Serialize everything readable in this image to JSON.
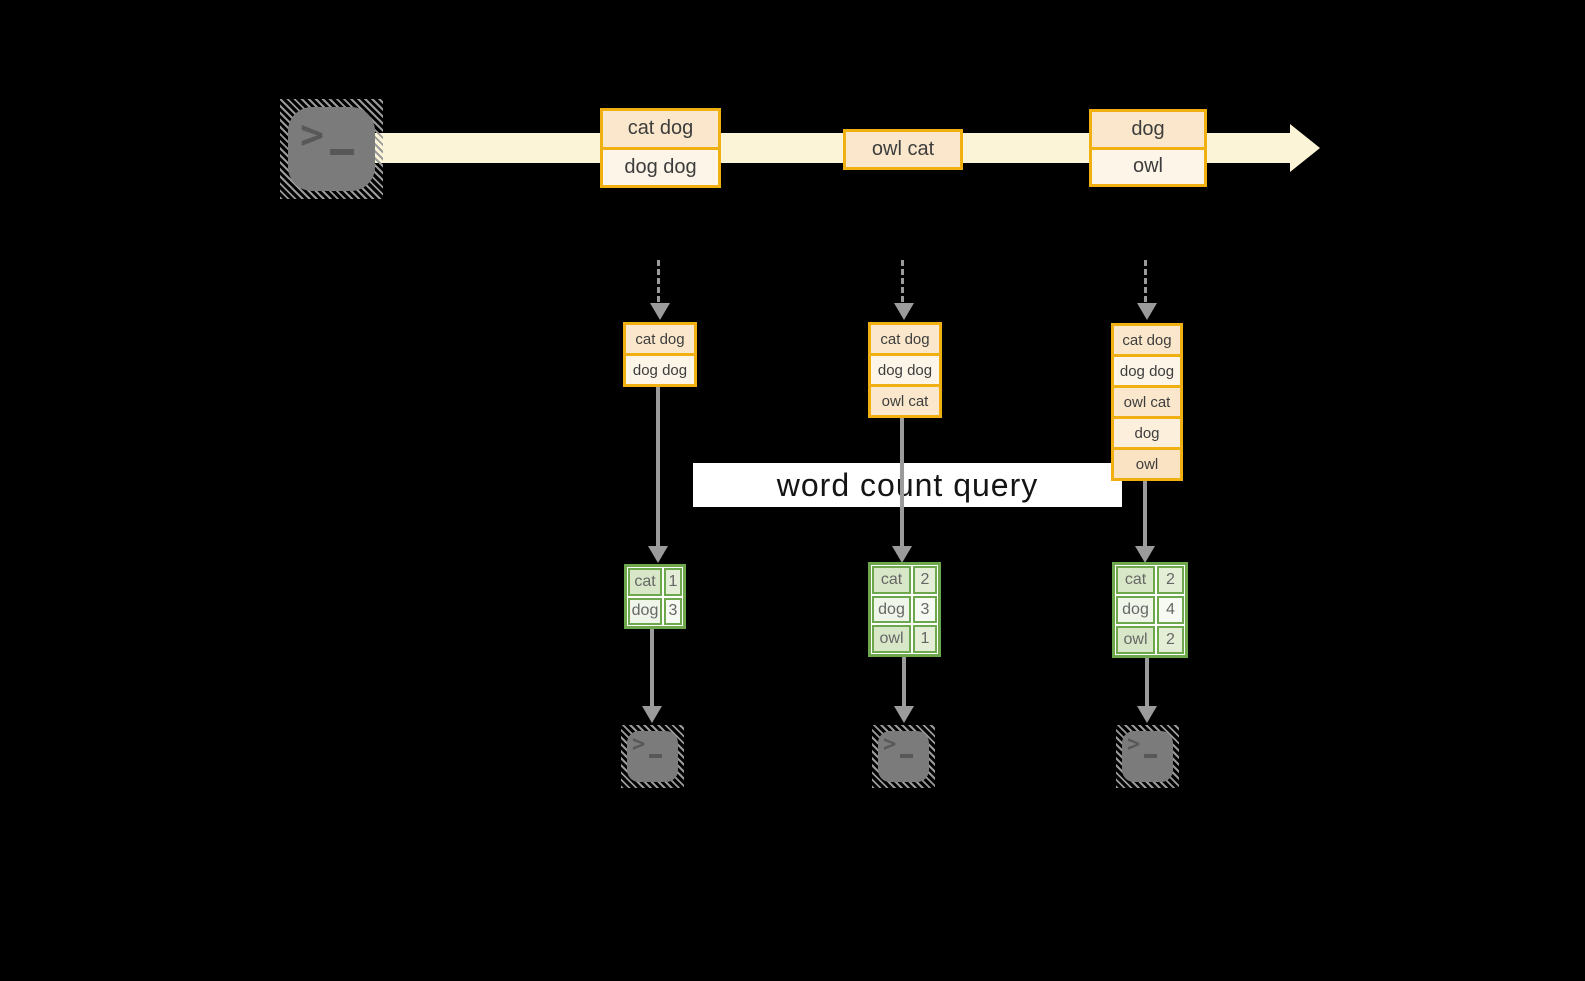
{
  "query": {
    "label": "word count query"
  },
  "stream": {
    "source_icon": "terminal",
    "events": [
      {
        "rows": [
          "cat dog",
          "dog dog"
        ]
      },
      {
        "rows": [
          "owl cat"
        ]
      },
      {
        "rows": [
          "dog",
          "owl"
        ]
      }
    ]
  },
  "stacks": [
    {
      "rows": [
        "cat dog",
        "dog dog"
      ]
    },
    {
      "rows": [
        "cat dog",
        "dog dog",
        "owl cat"
      ]
    },
    {
      "rows": [
        "cat dog",
        "dog dog",
        "owl cat",
        "dog",
        "owl"
      ]
    }
  ],
  "tables": [
    {
      "rows": [
        [
          "cat",
          "1"
        ],
        [
          "dog",
          "3"
        ]
      ]
    },
    {
      "rows": [
        [
          "cat",
          "2"
        ],
        [
          "dog",
          "3"
        ],
        [
          "owl",
          "1"
        ]
      ]
    },
    {
      "rows": [
        [
          "cat",
          "2"
        ],
        [
          "dog",
          "4"
        ],
        [
          "owl",
          "2"
        ]
      ]
    }
  ],
  "sink_icons": [
    "terminal",
    "terminal",
    "terminal"
  ],
  "colors": {
    "background": "#000000",
    "stream_band": "#FCF4D6",
    "gold_border": "#F0B012",
    "fill_peach": "#FBE8CC",
    "fill_cream": "#FDF5E7",
    "green_border": "#6EA84D",
    "green_fill_light": "#D9E7C9",
    "green_fill_pale": "#F0F5EA",
    "arrow_gray": "#9B9B9B",
    "terminal_gray": "#7B7B7B",
    "query_band": "#FFFFFF"
  }
}
